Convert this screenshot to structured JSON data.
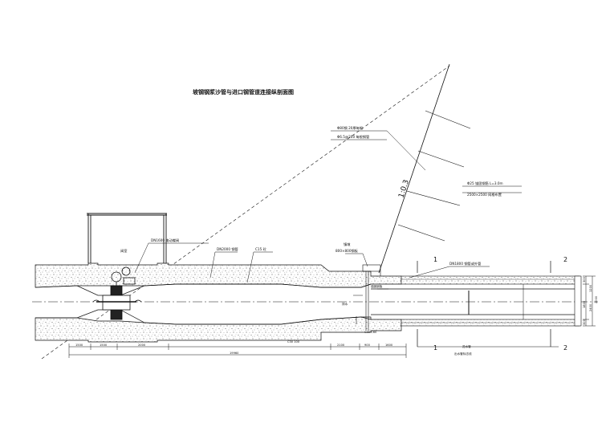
{
  "title": "坡钢钢浆沙管与进口钢管道连接纵剖面图",
  "callouts": {
    "upper_left_1": "Φ80钢 20厚每根",
    "upper_left_2": "Φ6.5@200 每根钢管",
    "upper_right_1": "Φ25 锚固钢筋 L=3.0m",
    "upper_right_2": "2500×2500 网格布置",
    "slope_ratio": "1:0.3",
    "valve": "DN1600 电动蝶阀",
    "pipe_left": "DN2000 钢管",
    "concrete": "C15 砼",
    "collar": "镇墩",
    "collar_size": "800×800钢板",
    "valve_room": "阀室",
    "steel_pipe_right": "DN1800 钢管或外管",
    "water_label": "排水",
    "joint": "锚固钢板",
    "base_left": "C30 100",
    "base_right": "C30 C60",
    "bottom_right_label": "进水管",
    "bottom_note": "出水管标志线"
  },
  "sections": {
    "left_marker": "1",
    "right_marker": "2"
  },
  "dimensions": {
    "seg1": "1500",
    "seg2": "1500",
    "seg3": "2000",
    "seg_total": "19960",
    "seg4": "2100",
    "seg5": "900",
    "seg6": "1600",
    "right_vertical_1": "300",
    "right_vertical_2": "1800",
    "right_vertical_3": "300",
    "right_vertical_4": "2400",
    "right_vertical_5": "1200",
    "right_vertical_6": "2000"
  }
}
